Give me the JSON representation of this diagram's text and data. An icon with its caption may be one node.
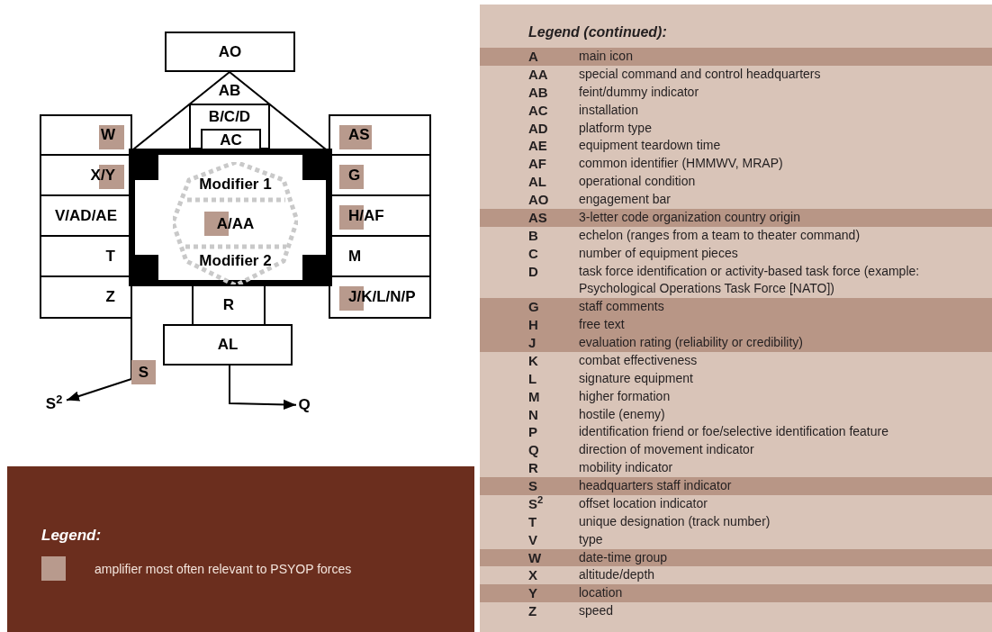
{
  "diagram": {
    "nodes": [
      {
        "text": [
          "AO"
        ]
      },
      {
        "text": [
          "AB"
        ]
      },
      {
        "text": [
          "B/C/D"
        ],
        "in": 1
      },
      {
        "text": [
          "AC"
        ],
        "in": 2
      },
      {
        "text": [
          "W"
        ]
      },
      {
        "text": [
          "X/Y"
        ]
      },
      {
        "text": [
          "V/AD/AE"
        ]
      },
      {
        "text": [
          "T"
        ]
      },
      {
        "text": [
          "Z"
        ]
      },
      {
        "text": [
          "AS"
        ]
      },
      {
        "text": [
          "G"
        ]
      },
      {
        "text": [
          "H/AF"
        ]
      },
      {
        "text": [
          "M"
        ]
      },
      {
        "text": [
          "J/K/L/N/P"
        ]
      },
      {
        "text": [],
        "shape": "box"
      },
      {
        "text": [
          "Modifier 1",
          "A/AA",
          "Modifier 2"
        ],
        "in": 14
      },
      {
        "text": [
          "R"
        ]
      },
      {
        "text": [
          "AL"
        ]
      },
      {
        "text": [
          "S$^{2}$"
        ]
      },
      {
        "text": [
          "Q"
        ]
      }
    ],
    "edges": [
      {
        "from": 14,
        "to": 18,
        "arrow": "to"
      },
      {
        "from": 17,
        "to": 19,
        "arrow": "to"
      }
    ],
    "labels": [
      "S",
      "Legend (continued):",
      "A",
      "main icon",
      "AA",
      "special command and control headquarters",
      "AB",
      "feint/dummy indicator",
      "AC",
      "installation",
      "AD",
      "platform type",
      "AE",
      "equipment teardown time",
      "AF",
      "common identifier (HMMWV, MRAP)",
      "AL",
      "operational condition",
      "AO",
      "engagement bar",
      "AS",
      "3-letter code organization country origin",
      "B",
      "echelon (ranges from a team to theater command)",
      "C",
      "number of equipment pieces",
      "D",
      "task force identification or activity-based task force (example: Psychological Operations Task Force [NATO])",
      "G",
      "staff comments",
      "H",
      "free text",
      "J",
      "evaluation rating (reliability or credibility)",
      "K",
      "combat effectiveness",
      "L",
      "signature equipment",
      "M",
      "higher formation",
      "N",
      "hostile (enemy)",
      "P",
      "identification friend or foe/selective identification feature",
      "Q",
      "direction of movement indicator",
      "R",
      "mobility indicator",
      "S",
      "headquarters staff indicator",
      "S$^{2}$",
      "offset location indicator",
      "T",
      "unique designation (track number)",
      "V",
      "type",
      "W",
      "date-time group",
      "X",
      "altitude/depth",
      "Y",
      "location",
      "Z",
      "speed",
      "Legend:"
    ],
    "legend": [
      {
        "text": "amplifier most often relevant to PSYOP forces",
        "color": "#b89a8d"
      }
    ]
  }
}
